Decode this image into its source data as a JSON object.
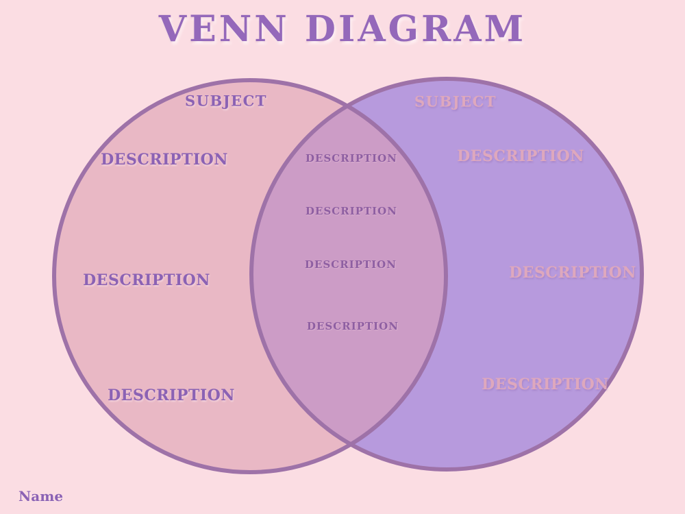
{
  "title": "VENN DIAGRAM",
  "footer": {
    "name_label": "Name"
  },
  "diagram": {
    "left_circle": {
      "subject": "SUBJECT",
      "descriptions": [
        "DESCRIPTION",
        "DESCRIPTION",
        "DESCRIPTION"
      ]
    },
    "right_circle": {
      "subject": "SUBJECT",
      "descriptions": [
        "DESCRIPTION",
        "DESCRIPTION",
        "DESCRIPTION"
      ]
    },
    "overlap": {
      "descriptions": [
        "DESCRIPTION",
        "DESCRIPTION",
        "DESCRIPTION",
        "DESCRIPTION"
      ]
    }
  },
  "colors": {
    "page-bg": "#FBDDE3",
    "title-text": "#9468BA",
    "left-circle-fill": "#E9B8C5",
    "right-circle-fill": "#B79ADD",
    "overlap-fill": "#CC9CC6",
    "circle-outline": "#9E72A8",
    "left-text": "#8B62B4",
    "right-text": "#DEA8BD",
    "overlap-text": "#8E5FA2"
  }
}
